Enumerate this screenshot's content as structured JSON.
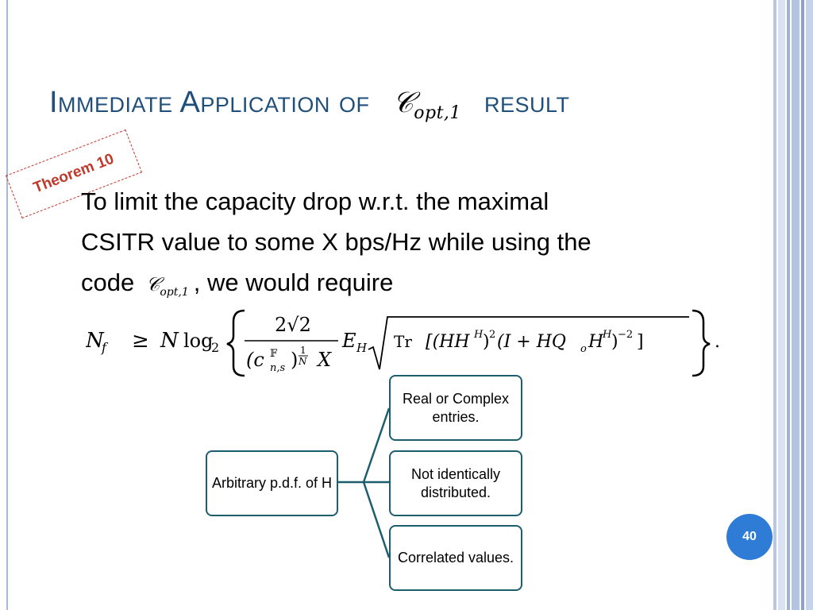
{
  "slide": {
    "title": {
      "part1": "Immediate Application of",
      "part2": "result",
      "math_symbol": "𝒞",
      "math_subscript": "opt,1"
    },
    "stamp_label": "Theorem 10",
    "body": {
      "line1": "To limit the capacity drop w.r.t. the maximal",
      "line2": "CSITR value to some X bps/Hz while using the",
      "line3_before": "code",
      "line3_after": ", we would require",
      "code_symbol": "𝒞",
      "code_subscript": "opt,1"
    },
    "equation": {
      "lhs": "N",
      "lhs_sub": "f",
      "relation": "≥",
      "n": "N",
      "log": "log",
      "log_sub": "2",
      "num": "2√2",
      "den_base": "(c",
      "den_sup": "𝔽",
      "den_sub": "n,s",
      "den_close": ")",
      "den_exp_num": "1",
      "den_exp_den": "N",
      "den_x": "X",
      "eh": "E",
      "eh_sub": "H",
      "tr_expr": "Tr [(HH^H)^2(I + HQ_oH^H)^-2]",
      "tr": "Tr",
      "tr_a": "[(HH",
      "tr_sup1": "H",
      "tr_b": ")",
      "tr_sup2": "2",
      "tr_c": "(I + HQ",
      "tr_sub": "o",
      "tr_d": "H",
      "tr_sup3": "H",
      "tr_e": ")",
      "tr_sup4": "−2",
      "tr_f": "]",
      "period": "."
    },
    "diagram": {
      "root": "Arbitrary p.d.f. of H",
      "children": [
        "Real or Complex entries.",
        "Not identically distributed.",
        "Correlated values."
      ]
    },
    "page_number": "40",
    "colors": {
      "title": "#1f4f7a",
      "stamp": "#c0392b",
      "node_border": "#1d5e6e",
      "badge": "#2e7cd6"
    }
  }
}
